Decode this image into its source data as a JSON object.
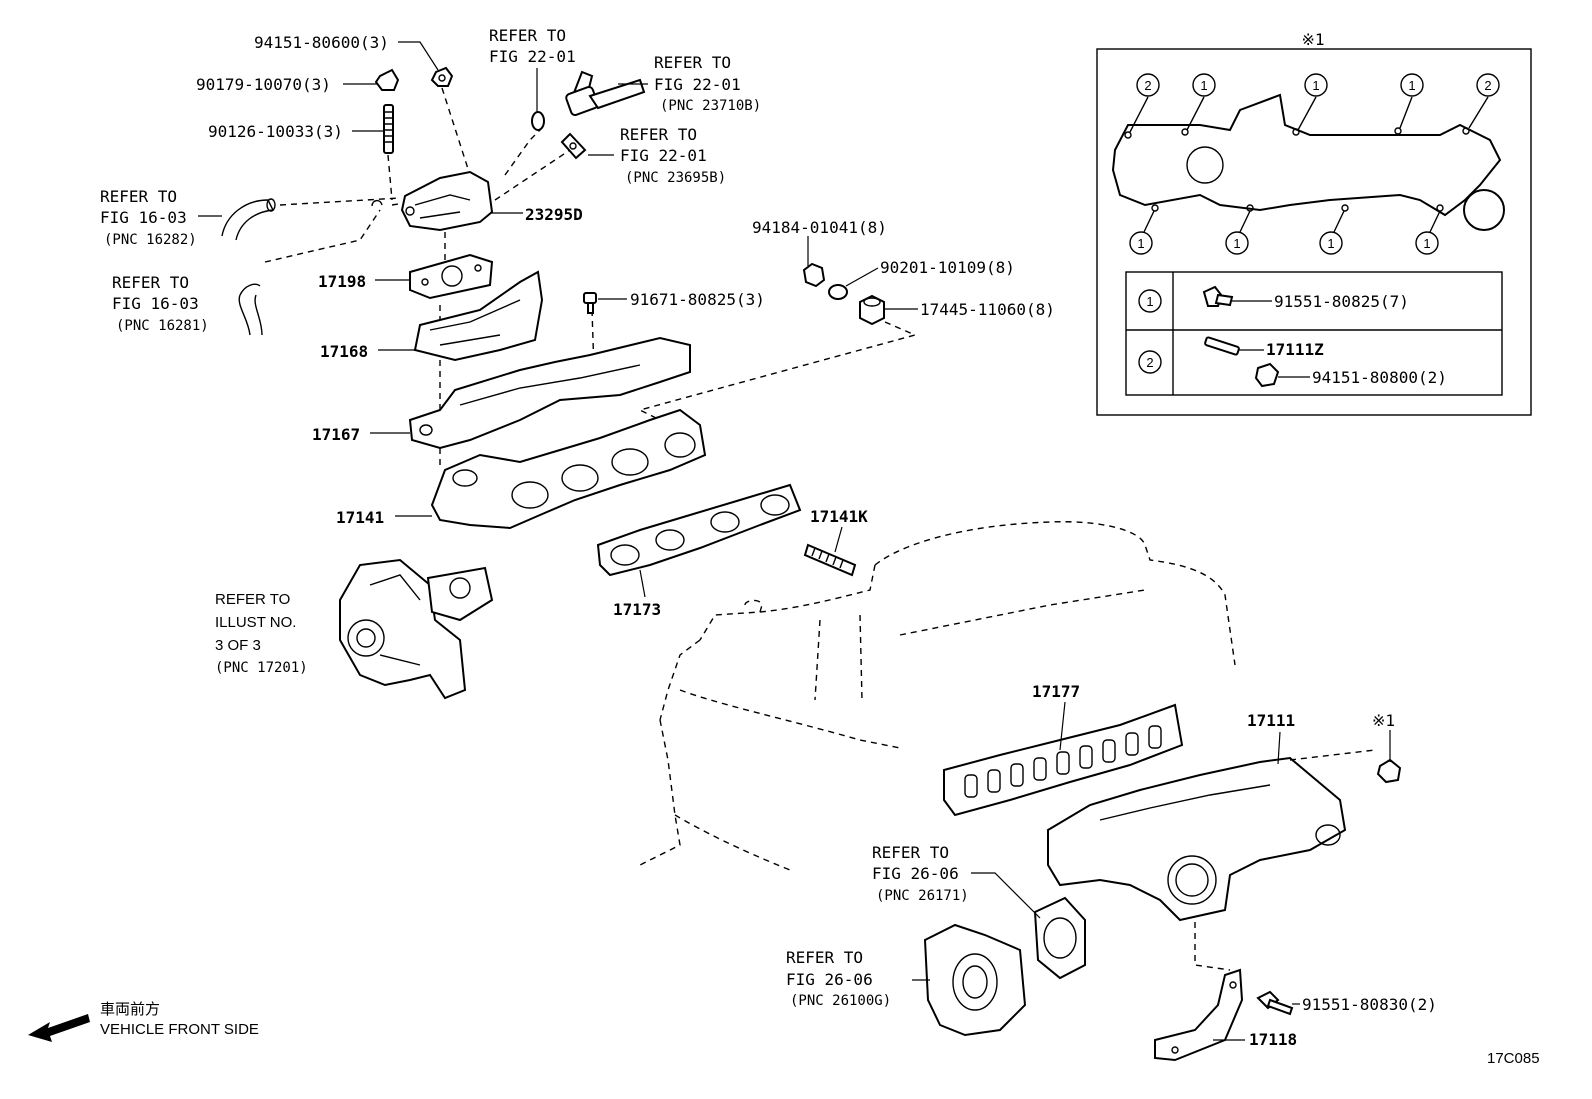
{
  "labels": {
    "p94151_80600": "94151-80600(3)",
    "p90179_10070": "90179-10070(3)",
    "p90126_10033": "90126-10033(3)",
    "refer_22_01_a_1": "REFER TO",
    "refer_22_01_a_2": "FIG 22-01",
    "refer_22_01_b_1": "REFER TO",
    "refer_22_01_b_2": "FIG 22-01",
    "refer_22_01_b_3": "(PNC 23710B)",
    "refer_22_01_c_1": "REFER TO",
    "refer_22_01_c_2": "FIG 22-01",
    "refer_22_01_c_3": "(PNC 23695B)",
    "refer_16_03_a_1": "REFER TO",
    "refer_16_03_a_2": "FIG 16-03",
    "refer_16_03_a_3": "(PNC 16282)",
    "refer_16_03_b_1": "REFER TO",
    "refer_16_03_b_2": "FIG 16-03",
    "refer_16_03_b_3": "(PNC 16281)",
    "p23295D": "23295D",
    "p17198": "17198",
    "p17168": "17168",
    "p17167": "17167",
    "p17141": "17141",
    "p17141K": "17141K",
    "p17173": "17173",
    "p94184_01041": "94184-01041(8)",
    "p90201_10109": "90201-10109(8)",
    "p17445_11060": "17445-11060(8)",
    "p91671_80825": "91671-80825(3)",
    "refer_illust_1": "REFER TO",
    "refer_illust_2": "ILLUST NO.",
    "refer_illust_3": "3 OF 3",
    "refer_illust_4": "(PNC 17201)",
    "p17177": "17177",
    "p17111": "17111",
    "note_mark": "※1",
    "refer_26_06_a_1": "REFER TO",
    "refer_26_06_a_2": "FIG 26-06",
    "refer_26_06_a_3": "(PNC 26171)",
    "refer_26_06_b_1": "REFER TO",
    "refer_26_06_b_2": "FIG 26-06",
    "refer_26_06_b_3": "(PNC 26100G)",
    "p91551_80830": "91551-80830(2)",
    "p17118": "17118",
    "front_jp": "車両前方",
    "front_en": "VEHICLE FRONT SIDE",
    "figure_code": "17C085"
  },
  "inset": {
    "title": "※1",
    "circle_1": "1",
    "circle_2": "2",
    "row1_part": "91551-80825(7)",
    "row2_stud": "17111Z",
    "row2_nut": "94151-80800(2)"
  }
}
